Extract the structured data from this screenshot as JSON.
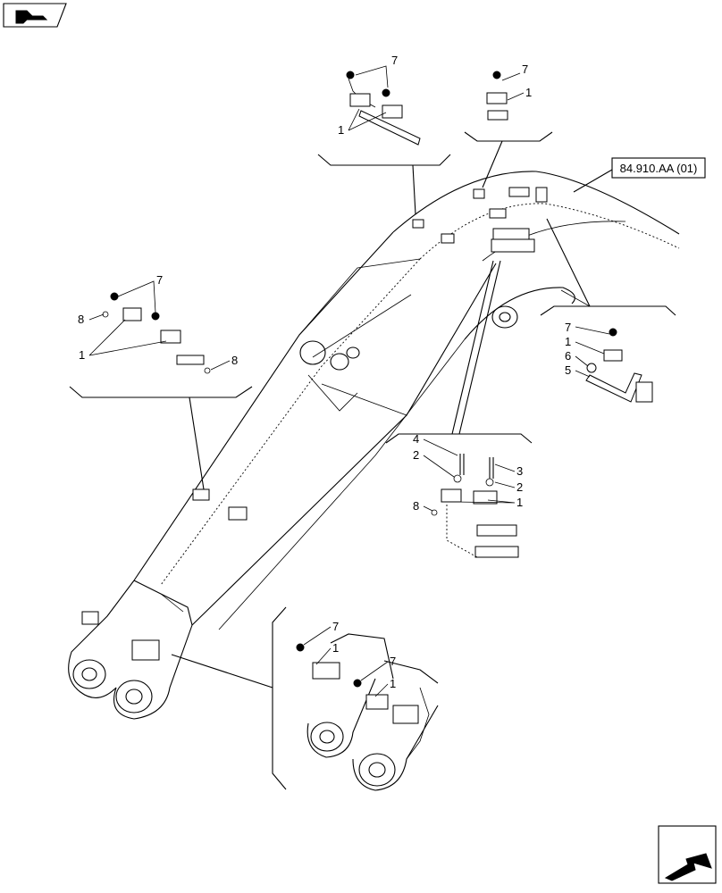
{
  "reference_box": "84.910.AA (01)",
  "callouts": {
    "top_a": {
      "n7": "7",
      "n1": "1"
    },
    "top_b": {
      "n7": "7",
      "n1": "1"
    },
    "left": {
      "n7": "7",
      "n8a": "8",
      "n1": "1",
      "n8b": "8"
    },
    "right": {
      "n7": "7",
      "n1": "1",
      "n6": "6",
      "n5": "5"
    },
    "middle": {
      "n4": "4",
      "n2a": "2",
      "n3": "3",
      "n2b": "2",
      "n1": "1",
      "n8": "8"
    },
    "bottom": {
      "n7a": "7",
      "n1a": "1",
      "n7b": "7",
      "n1b": "1"
    }
  },
  "icons": {
    "top_left": "hand-pointing-icon",
    "bottom_right": "next-page-arrow-icon"
  }
}
